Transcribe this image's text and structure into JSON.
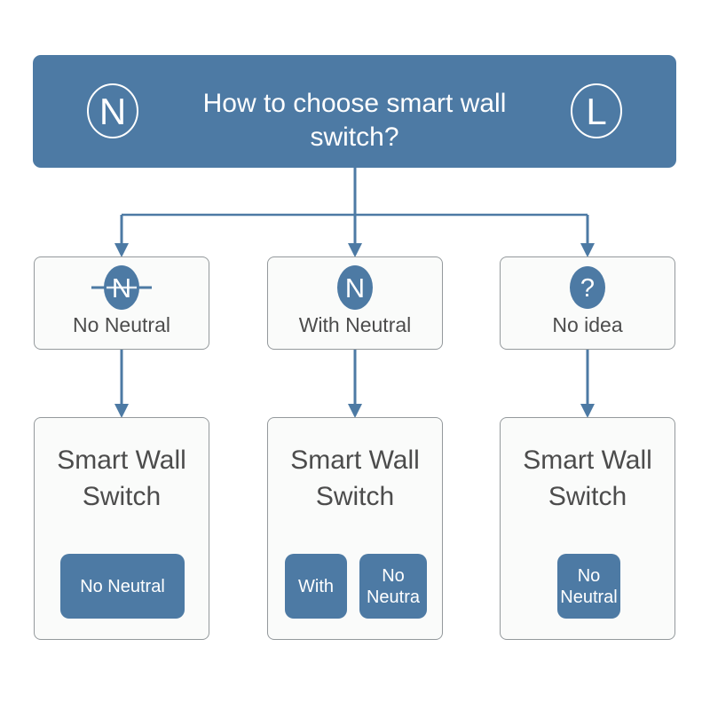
{
  "colors": {
    "accent": "#4d7aa4",
    "card_bg": "#fafbfa",
    "card_border": "#94999c",
    "heading_text": "#4c4c4c",
    "button_text": "#ffffff"
  },
  "header": {
    "title_line1": "How to choose smart wall",
    "title_line2": "switch?",
    "left_badge_letter": "N",
    "right_badge_letter": "L"
  },
  "options": [
    {
      "id": "no-neutral",
      "icon": "n-strikethrough-icon",
      "icon_letter": "N",
      "label": "No Neutral"
    },
    {
      "id": "with-neutral",
      "icon": "n-circle-icon",
      "icon_letter": "N",
      "label": "With Neutral"
    },
    {
      "id": "no-idea",
      "icon": "question-mark-icon",
      "icon_letter": "?",
      "label": "No idea"
    }
  ],
  "results": [
    {
      "title_line1": "Smart Wall",
      "title_line2": "Switch",
      "buttons": [
        {
          "line1": "No Neutral"
        }
      ]
    },
    {
      "title_line1": "Smart Wall",
      "title_line2": "Switch",
      "buttons": [
        {
          "line1": "With"
        },
        {
          "line1": "No",
          "line2": "Neutra"
        }
      ]
    },
    {
      "title_line1": "Smart Wall",
      "title_line2": "Switch",
      "buttons": [
        {
          "line1": "No",
          "line2": "Neutral"
        }
      ]
    }
  ]
}
